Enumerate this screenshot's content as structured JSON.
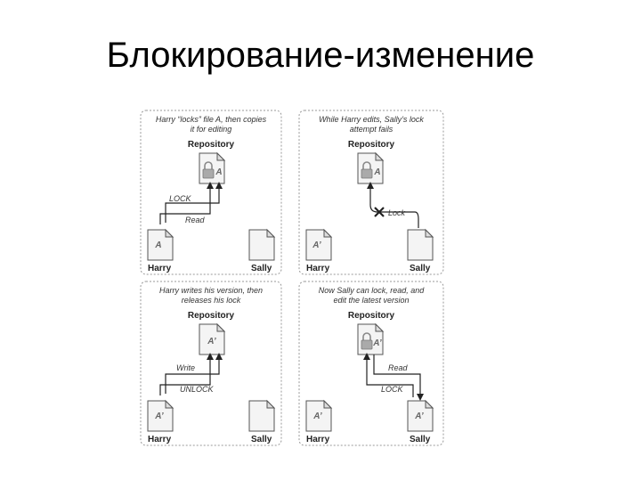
{
  "slide": {
    "title": "Блокирование-изменение"
  },
  "panels": [
    {
      "caption_lines": [
        "Harry “locks” file A, then copies",
        "it for editing"
      ],
      "repository_label": "Repository",
      "repo_file": "A",
      "left_person": "Harry",
      "right_person": "Sally",
      "left_file": "A",
      "right_file": "",
      "arrows": [
        "LOCK",
        "Read"
      ]
    },
    {
      "caption_lines": [
        "While Harry edits, Sally’s lock",
        "attempt fails"
      ],
      "repository_label": "Repository",
      "repo_file": "A",
      "left_person": "Harry",
      "right_person": "Sally",
      "left_file": "A’",
      "right_file": "",
      "arrows": [
        "Lock"
      ]
    },
    {
      "caption_lines": [
        "Harry writes his version, then",
        "releases his lock"
      ],
      "repository_label": "Repository",
      "repo_file": "A’",
      "left_person": "Harry",
      "right_person": "Sally",
      "left_file": "A’",
      "right_file": "",
      "arrows": [
        "Write",
        "UNLOCK"
      ]
    },
    {
      "caption_lines": [
        "Now Sally can lock, read, and",
        "edit the latest version"
      ],
      "repository_label": "Repository",
      "repo_file": "A’",
      "left_person": "Harry",
      "right_person": "Sally",
      "left_file": "A’",
      "right_file": "A’",
      "arrows": [
        "Read",
        "LOCK"
      ]
    }
  ],
  "icons": {
    "lock": "padlock-icon",
    "fail": "x-mark-icon"
  }
}
